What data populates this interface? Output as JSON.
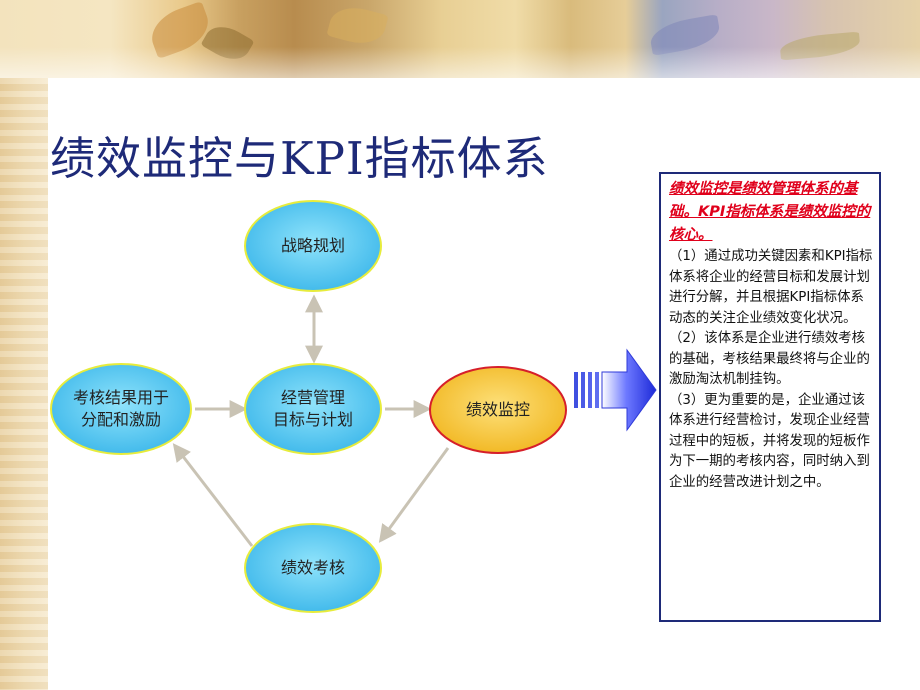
{
  "slide": {
    "title": "绩效监控与KPI指标体系"
  },
  "diagram": {
    "nodes": [
      {
        "id": "strategy",
        "label": "战略规划"
      },
      {
        "id": "objectives",
        "label": "经营管理\n目标与计划"
      },
      {
        "id": "monitoring",
        "label": "绩效监控"
      },
      {
        "id": "assessment",
        "label": "绩效考核"
      },
      {
        "id": "results",
        "label": "考核结果用于\n分配和激励"
      }
    ],
    "colors": {
      "node_fill": "#5ccaf0",
      "node_border": "#e7ec3c",
      "highlight_fill": "#f4c42f",
      "highlight_border": "#d61f2a",
      "connector": "#c9c3b4",
      "big_arrow": "#2f3ad8"
    }
  },
  "textbox": {
    "lead": "绩效监控是绩效管理体系的基础。KPI指标体系是绩效监控的核心。",
    "p1": "（1）通过成功关键因素和KPI指标体系将企业的经营目标和发展计划进行分解，并且根据KPI指标体系动态的关注企业绩效变化状况。",
    "p2": "（2）该体系是企业进行绩效考核的基础，考核结果最终将与企业的激励淘汰机制挂钩。",
    "p3": "（3）更为重要的是，企业通过该体系进行经营检讨，发现企业经营过程中的短板，并将发现的短板作为下一期的考核内容，同时纳入到企业的经营改进计划之中。"
  }
}
